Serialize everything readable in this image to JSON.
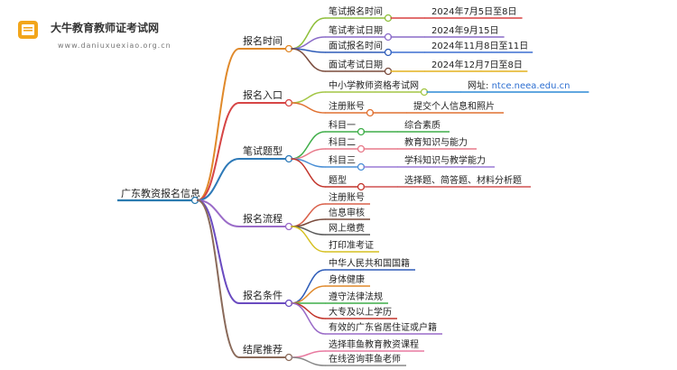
{
  "header": {
    "brand": "大牛教育教师证考试网",
    "domain": "www.daniuxuexiao.org.cn",
    "logo_icon": "book-icon"
  },
  "root": {
    "label": "广东教资报名信息",
    "color": "#2b7bb0"
  },
  "branches": [
    {
      "label": "报名时间",
      "color": "#e0892a",
      "items": [
        {
          "label": "笔试报名时间",
          "color": "#8fbf3b",
          "value": "2024年7月5日至8日",
          "value_color": "#d94040"
        },
        {
          "label": "笔试考试日期",
          "color": "#8a6bc8",
          "value": "2024年9月15日",
          "value_color": "#8a6bc8"
        },
        {
          "label": "面试报名时间",
          "color": "#2e5cb8",
          "value": "2024年11月8日至11日",
          "value_color": "#3d6fd1"
        },
        {
          "label": "面试考试日期",
          "color": "#7a4b3c",
          "value": "2024年12月7日至8日",
          "value_color": "#e3b21f"
        }
      ]
    },
    {
      "label": "报名入口",
      "color": "#d64545",
      "items": [
        {
          "label": "中小学教师资格考试网",
          "color": "#a3c645",
          "value_prefix": "网址: ",
          "value": "ntce.neea.edu.cn",
          "value_color": "#2d8ad6"
        },
        {
          "label": "注册账号",
          "color": "#e07030",
          "value": "提交个人信息和照片",
          "value_color": "#e07030"
        }
      ]
    },
    {
      "label": "笔试题型",
      "color": "#2e7ab8",
      "items": [
        {
          "label": "科目一",
          "color": "#3fae49",
          "value": "综合素质",
          "value_color": "#3fae49"
        },
        {
          "label": "科目二",
          "color": "#e87a8a",
          "value": "教育知识与能力",
          "value_color": "#e87a8a"
        },
        {
          "label": "科目三",
          "color": "#4a8fd6",
          "value": "学科知识与教学能力",
          "value_color": "#9a7ad6"
        },
        {
          "label": "题型",
          "color": "#c2342a",
          "value": "选择题、简答题、材料分析题",
          "value_color": "#d05050"
        }
      ]
    },
    {
      "label": "报名流程",
      "color": "#9a6bc8",
      "items": [
        {
          "label": "注册账号",
          "color": "#d9604a"
        },
        {
          "label": "信息审核",
          "color": "#7a4b3c"
        },
        {
          "label": "网上缴费",
          "color": "#5a5a5a"
        },
        {
          "label": "打印准考证",
          "color": "#d6c020"
        }
      ]
    },
    {
      "label": "报名条件",
      "color": "#6a4bc0",
      "items": [
        {
          "label": "中华人民共和国国籍",
          "color": "#2e5cb8"
        },
        {
          "label": "身体健康",
          "color": "#e0892a"
        },
        {
          "label": "遵守法律法规",
          "color": "#3fae49"
        },
        {
          "label": "大专及以上学历",
          "color": "#c2342a"
        },
        {
          "label": "有效的广东省居住证或户籍",
          "color": "#9a6bc8"
        }
      ]
    },
    {
      "label": "结尾推荐",
      "color": "#8a6a5a",
      "items": [
        {
          "label": "选择菲鱼教育教资课程",
          "color": "#e87aa0"
        },
        {
          "label": "在线咨询菲鱼老师",
          "color": "#888888"
        }
      ]
    }
  ]
}
